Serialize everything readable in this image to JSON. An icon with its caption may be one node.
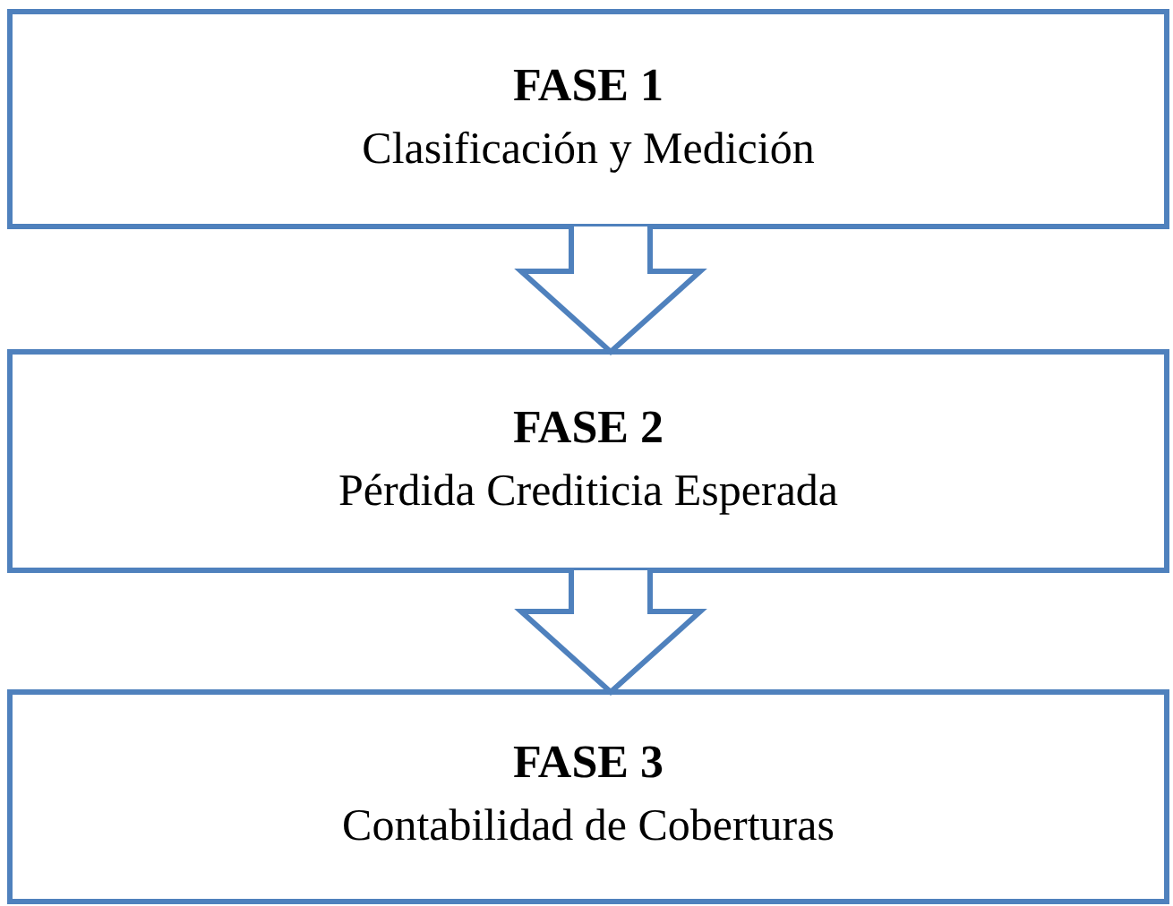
{
  "diagram": {
    "nodes": [
      {
        "text": [
          "FASE 1",
          "Clasificación y Medición"
        ]
      },
      {
        "text": [
          "FASE 2",
          "Pérdida Crediticia Esperada"
        ]
      },
      {
        "text": [
          "FASE 3",
          "Contabilidad de Coberturas"
        ]
      }
    ],
    "edges": [
      {
        "from": 0,
        "to": 1,
        "arrow": "to"
      },
      {
        "from": 1,
        "to": 2,
        "arrow": "to"
      }
    ]
  }
}
